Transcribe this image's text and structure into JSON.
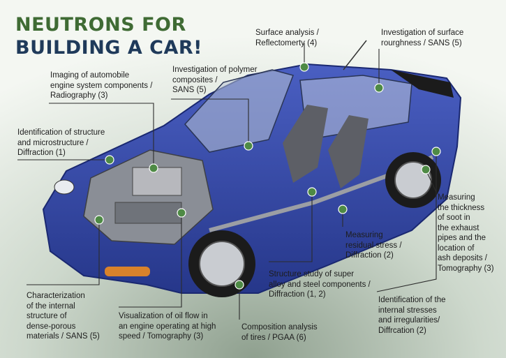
{
  "title": {
    "line1": "NEUTRONS FOR",
    "line2": "BUILDING A CAR!"
  },
  "colors": {
    "title_green": "#3f6b34",
    "title_navy": "#1f3a5a",
    "car_body": "#2f43a0",
    "dot": "#4e8a45",
    "leader": "#2b2b2b"
  },
  "annotations": [
    {
      "id": "surface-analysis",
      "lines": [
        "Surface analysis /",
        "Reflectomerty (4)"
      ]
    },
    {
      "id": "surface-roughness",
      "lines": [
        "Investigation of surface",
        "rourghness / SANS (5)"
      ]
    },
    {
      "id": "engine-radiography",
      "lines": [
        "Imaging of automobile",
        "engine system components /",
        "Radiography (3)"
      ]
    },
    {
      "id": "polymer-composites",
      "lines": [
        "Investigation of polymer",
        "composites /",
        "SANS (5)"
      ]
    },
    {
      "id": "structure-microstructure",
      "lines": [
        "Identification of structure",
        "and microstructure /",
        "Diffraction (1)"
      ]
    },
    {
      "id": "exhaust-soot",
      "lines": [
        "Measuring",
        "the thickness",
        "of soot in",
        "the exhaust",
        "pipes and the",
        "location of",
        "ash deposits /",
        "Tomography (3)"
      ]
    },
    {
      "id": "residual-stress",
      "lines": [
        "Measuring",
        "residual stress /",
        "Diffraction (2)"
      ]
    },
    {
      "id": "superalloy-steel",
      "lines": [
        "Structure study of super",
        "alloy and steel components /",
        "Diffraction (1, 2)"
      ]
    },
    {
      "id": "internal-stresses",
      "lines": [
        "Identification of the",
        "internal stresses",
        "and irregularities/",
        "Diffrcation (2)"
      ]
    },
    {
      "id": "dense-porous",
      "lines": [
        "Characterization",
        "of the internal",
        "structure of",
        "dense-porous",
        "materials / SANS (5)"
      ]
    },
    {
      "id": "oil-flow",
      "lines": [
        "Visualization of oil flow in",
        "an engine operating at high",
        "speed / Tomography (3)"
      ]
    },
    {
      "id": "tires",
      "lines": [
        "Composition analysis",
        "of tires / PGAA (6)"
      ]
    }
  ]
}
